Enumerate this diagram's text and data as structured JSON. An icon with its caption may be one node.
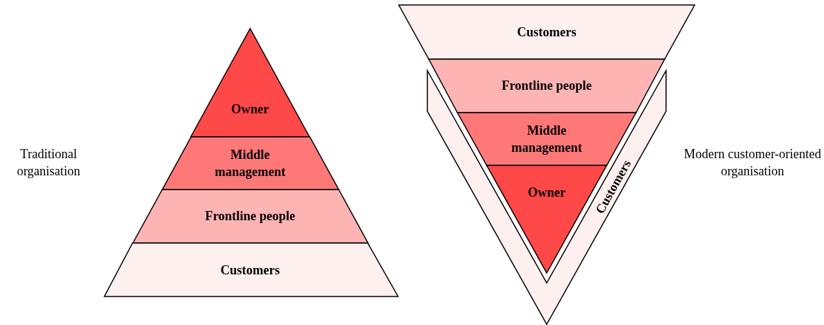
{
  "diagram": {
    "nodes": [
      {
        "text": [
          "Owner"
        ]
      },
      {
        "text": [
          "Middle management"
        ]
      },
      {
        "text": [
          "Frontline people"
        ]
      },
      {
        "text": [
          "Customers"
        ]
      },
      {
        "text": [
          "Customers"
        ]
      },
      {
        "text": [
          "Frontline people"
        ]
      },
      {
        "text": [
          "Middle management"
        ]
      },
      {
        "text": [
          "Owner"
        ]
      },
      {
        "text": [
          "Customers"
        ]
      }
    ],
    "labels": [
      "Traditional organisation",
      "Modern customer-oriented organisation"
    ]
  }
}
